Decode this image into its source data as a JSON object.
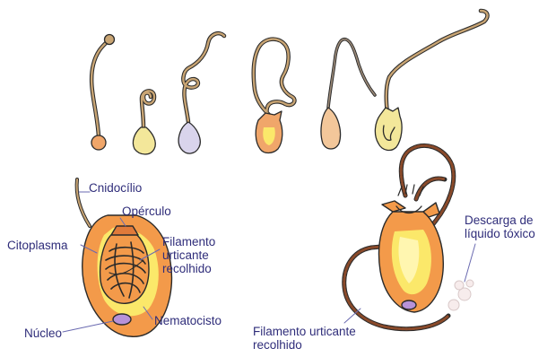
{
  "labels": {
    "cnidocilio": "Cnidocílio",
    "operculo": "Opérculo",
    "citoplasma": "Citoplasma",
    "filamento_recolhido": "Filamento\nurticante\nrecolhido",
    "nematocisto": "Nematocisto",
    "nucleo": "Núcleo",
    "filamento_recolhido_2": "Filamento urticante\nrecolhido",
    "descarga": "Descarga de\nlíquido tóxico"
  },
  "colors": {
    "outline": "#2a2a2a",
    "label_text": "#2f2d7a",
    "leader_line": "#6a6ab0",
    "thread": "#c9a574",
    "capsule_orange": "#f0a66a",
    "capsule_yellow": "#f3e79a",
    "capsule_lavender": "#d9d4ec",
    "cell_orange": "#f39a4a",
    "inner_yellow": "#fbe86a",
    "nucleus": "#b792d8",
    "braid_brown": "#8a4a2a",
    "operculum": "#e07a3a"
  },
  "icons": [
    "nematocyst-discharge-sequence",
    "cnidocyte-at-rest",
    "cnidocyte-discharged"
  ]
}
